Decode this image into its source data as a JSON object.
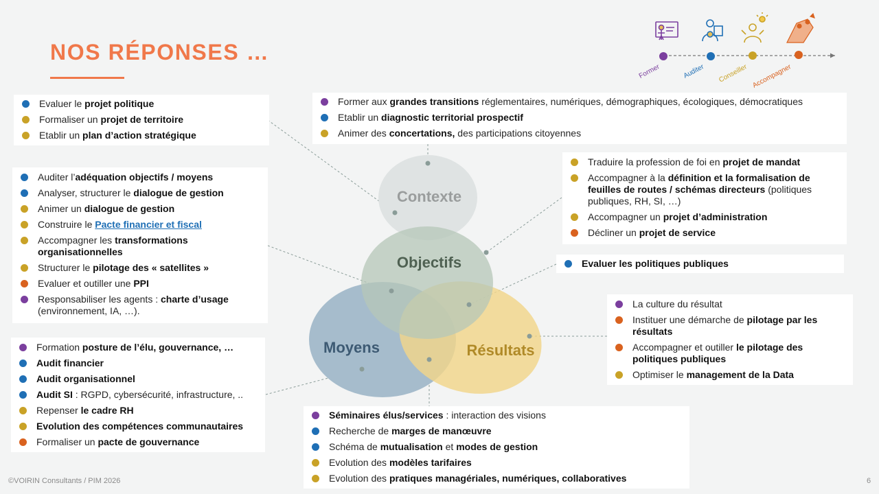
{
  "title": "NOS RÉPONSES …",
  "colors": {
    "title": "#f0784a",
    "former": "#7b3f9e",
    "auditer": "#1f6fb5",
    "conseiller": "#c9a227",
    "accompagner": "#d9621f",
    "circle_contexte": "#dfe3e3",
    "circle_objectifs": "#bccbbf",
    "circle_moyens": "#a6bccc",
    "circle_resultats": "#f1d68a"
  },
  "timeline": {
    "steps": [
      {
        "label": "Former",
        "color": "#7b3f9e",
        "icon": "teacher-board-icon"
      },
      {
        "label": "Auditer",
        "color": "#1f6fb5",
        "icon": "auditor-award-icon"
      },
      {
        "label": "Conseiller",
        "color": "#c9a227",
        "icon": "advisor-idea-icon"
      },
      {
        "label": "Accompagner",
        "color": "#d9621f",
        "icon": "climbing-support-icon"
      }
    ]
  },
  "venn": {
    "contexte": "Contexte",
    "objectifs": "Objectifs",
    "moyens": "Moyens",
    "resultats": "Résultats"
  },
  "boxes": {
    "top_left": [
      {
        "c": "auditer",
        "s": [
          {
            "t": "Evaluer le "
          },
          {
            "t": "projet politique",
            "b": true
          }
        ]
      },
      {
        "c": "conseiller",
        "s": [
          {
            "t": "Formaliser un "
          },
          {
            "t": "projet de territoire",
            "b": true
          }
        ]
      },
      {
        "c": "conseiller",
        "s": [
          {
            "t": "Etablir un "
          },
          {
            "t": "plan d’action stratégique",
            "b": true
          }
        ]
      }
    ],
    "top_center": [
      {
        "c": "former",
        "s": [
          {
            "t": "Former aux "
          },
          {
            "t": "grandes transitions",
            "b": true
          },
          {
            "t": " réglementaires, numériques, démographiques, écologiques, démocratiques"
          }
        ]
      },
      {
        "c": "auditer",
        "s": [
          {
            "t": "Etablir un "
          },
          {
            "t": "diagnostic territorial prospectif",
            "b": true
          }
        ]
      },
      {
        "c": "conseiller",
        "s": [
          {
            "t": "Animer des "
          },
          {
            "t": "concertations,",
            "b": true
          },
          {
            "t": " des participations citoyennes"
          }
        ]
      }
    ],
    "mid_left": [
      {
        "c": "auditer",
        "s": [
          {
            "t": "Auditer l’"
          },
          {
            "t": "adéquation objectifs / moyens",
            "b": true
          }
        ]
      },
      {
        "c": "auditer",
        "s": [
          {
            "t": "Analyser, structurer le "
          },
          {
            "t": "dialogue de gestion",
            "b": true
          }
        ]
      },
      {
        "c": "conseiller",
        "s": [
          {
            "t": "Animer un "
          },
          {
            "t": "dialogue de gestion",
            "b": true
          }
        ]
      },
      {
        "c": "conseiller",
        "s": [
          {
            "t": "Construire le "
          },
          {
            "t": "Pacte financier et fiscal",
            "u": true
          }
        ]
      },
      {
        "c": "conseiller",
        "s": [
          {
            "t": "Accompagner les "
          },
          {
            "t": "transformations organisationnelles",
            "b": true
          }
        ]
      },
      {
        "c": "conseiller",
        "s": [
          {
            "t": "Structurer le "
          },
          {
            "t": "pilotage des « satellites »",
            "b": true
          }
        ]
      },
      {
        "c": "accompagner",
        "s": [
          {
            "t": "Evaluer et outiller une "
          },
          {
            "t": "PPI",
            "b": true
          }
        ]
      },
      {
        "c": "former",
        "s": [
          {
            "t": "Responsabiliser les agents : "
          },
          {
            "t": "charte d’usage",
            "b": true
          },
          {
            "t": " (environnement, IA, …)."
          }
        ]
      }
    ],
    "right_top": [
      {
        "c": "conseiller",
        "s": [
          {
            "t": "Traduire la profession de foi en "
          },
          {
            "t": "projet de mandat",
            "b": true
          }
        ]
      },
      {
        "c": "conseiller",
        "s": [
          {
            "t": "Accompagner à la "
          },
          {
            "t": "définition et la formalisation de feuilles de routes / schémas directeurs",
            "b": true
          },
          {
            "t": " (politiques publiques, RH, SI, …)"
          }
        ]
      },
      {
        "c": "conseiller",
        "s": [
          {
            "t": "Accompagner un "
          },
          {
            "t": "projet d’administration",
            "b": true
          }
        ]
      },
      {
        "c": "accompagner",
        "s": [
          {
            "t": "Décliner un "
          },
          {
            "t": "projet de service",
            "b": true
          }
        ]
      }
    ],
    "right_mid": [
      {
        "c": "auditer",
        "s": [
          {
            "t": "Evaluer les politiques publiques",
            "b": true
          }
        ]
      }
    ],
    "right_bottom": [
      {
        "c": "former",
        "s": [
          {
            "t": "La culture du résultat"
          }
        ]
      },
      {
        "c": "accompagner",
        "s": [
          {
            "t": "Instituer une démarche de "
          },
          {
            "t": "pilotage par les résultats",
            "b": true
          }
        ]
      },
      {
        "c": "accompagner",
        "s": [
          {
            "t": "Accompagner et outiller "
          },
          {
            "t": "le pilotage des politiques publiques",
            "b": true
          }
        ]
      },
      {
        "c": "conseiller",
        "s": [
          {
            "t": "Optimiser le "
          },
          {
            "t": "management de la Data",
            "b": true
          }
        ]
      }
    ],
    "bottom_left": [
      {
        "c": "former",
        "s": [
          {
            "t": "Formation "
          },
          {
            "t": "posture de l’élu, gouvernance, …",
            "b": true
          }
        ]
      },
      {
        "c": "auditer",
        "s": [
          {
            "t": "Audit financier",
            "b": true
          }
        ]
      },
      {
        "c": "auditer",
        "s": [
          {
            "t": "Audit organisationnel",
            "b": true
          }
        ]
      },
      {
        "c": "auditer",
        "s": [
          {
            "t": "Audit SI",
            "b": true
          },
          {
            "t": " : RGPD, cybersécurité, infrastructure, .."
          }
        ]
      },
      {
        "c": "conseiller",
        "s": [
          {
            "t": "Repenser "
          },
          {
            "t": "le cadre RH",
            "b": true
          }
        ]
      },
      {
        "c": "conseiller",
        "s": [
          {
            "t": "Evolution des compétences communautaires",
            "b": true
          }
        ]
      },
      {
        "c": "accompagner",
        "s": [
          {
            "t": "Formaliser un "
          },
          {
            "t": "pacte de gouvernance",
            "b": true
          }
        ]
      }
    ],
    "bottom_center": [
      {
        "c": "former",
        "s": [
          {
            "t": "Séminaires élus/services",
            "b": true
          },
          {
            "t": " : interaction des visions"
          }
        ]
      },
      {
        "c": "auditer",
        "s": [
          {
            "t": "Recherche de "
          },
          {
            "t": "marges de manœuvre",
            "b": true
          }
        ]
      },
      {
        "c": "auditer",
        "s": [
          {
            "t": "Schéma de "
          },
          {
            "t": "mutualisation",
            "b": true
          },
          {
            "t": " et "
          },
          {
            "t": "modes de gestion",
            "b": true
          }
        ]
      },
      {
        "c": "conseiller",
        "s": [
          {
            "t": "Evolution des "
          },
          {
            "t": "modèles tarifaires",
            "b": true
          }
        ]
      },
      {
        "c": "conseiller",
        "s": [
          {
            "t": "Evolution des "
          },
          {
            "t": "pratiques managériales, numériques, collaboratives",
            "b": true
          }
        ]
      }
    ]
  },
  "footer": "©VOIRIN Consultants / PIM 2026",
  "page_number": "6"
}
